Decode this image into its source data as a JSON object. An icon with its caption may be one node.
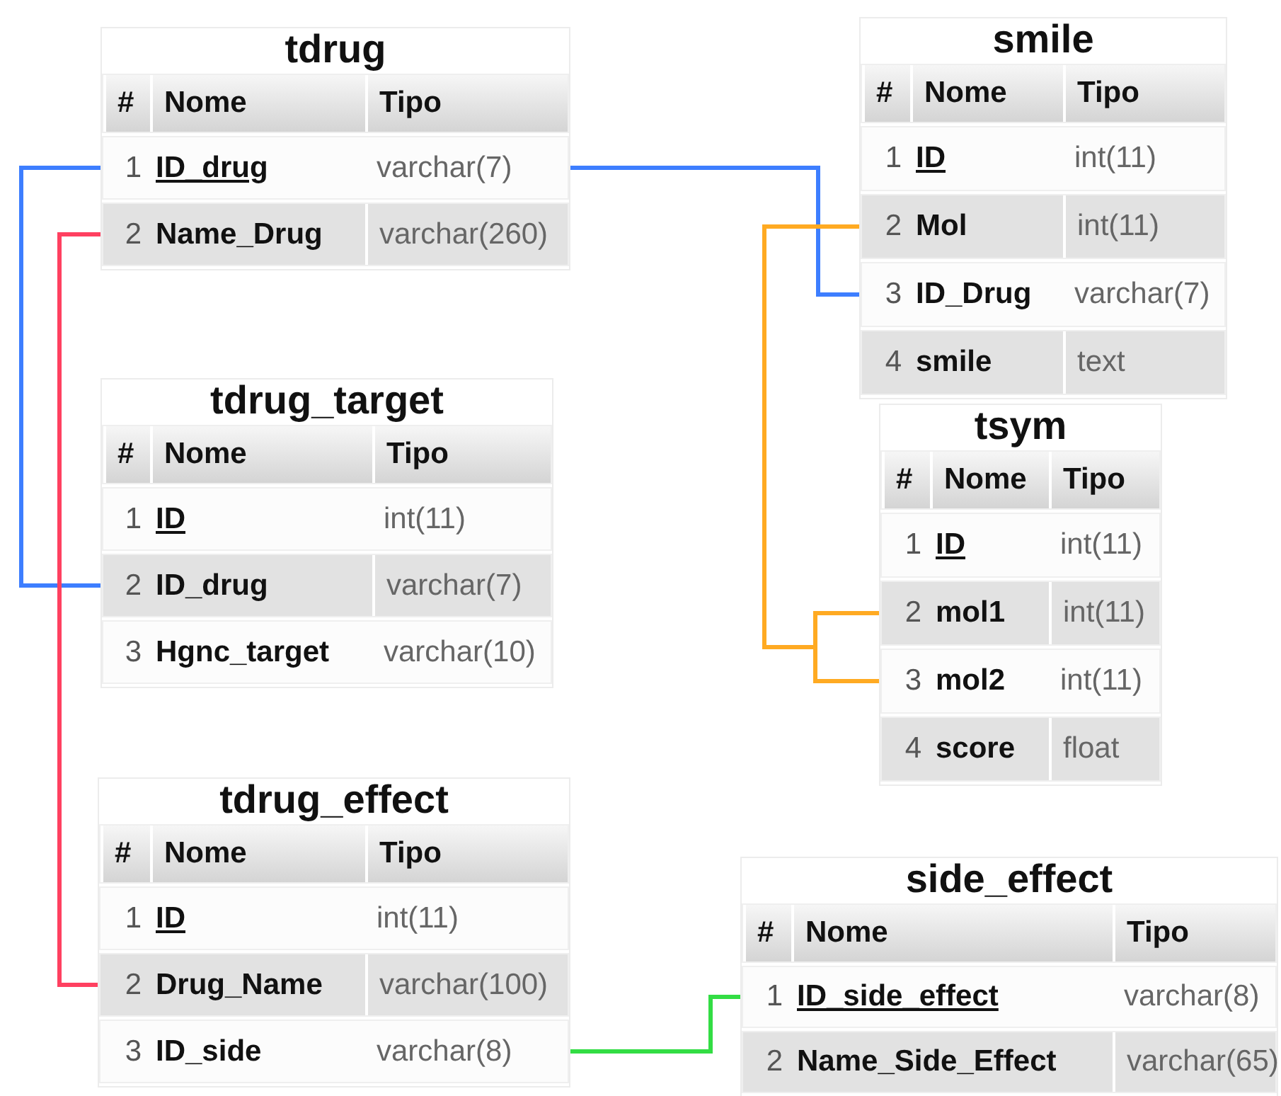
{
  "diagram": {
    "nodes": [
      {
        "text": [
          "tdrug"
        ]
      },
      {
        "text": [
          "#",
          "Nome",
          "Tipo"
        ],
        "in": 0
      },
      {
        "text": [
          "1",
          "ID_drug",
          "varchar(7)"
        ],
        "in": 0
      },
      {
        "text": [
          "2",
          "Name_Drug",
          "varchar(260)"
        ],
        "in": 0
      },
      {
        "text": [
          "tdrug_target"
        ]
      },
      {
        "text": [
          "#",
          "Nome",
          "Tipo"
        ],
        "in": 4
      },
      {
        "text": [
          "1",
          "ID",
          "int(11)"
        ],
        "in": 4
      },
      {
        "text": [
          "2",
          "ID_drug",
          "varchar(7)"
        ],
        "in": 4
      },
      {
        "text": [
          "3",
          "Hgnc_target",
          "varchar(10)"
        ],
        "in": 4
      },
      {
        "text": [
          "tdrug_effect"
        ]
      },
      {
        "text": [
          "#",
          "Nome",
          "Tipo"
        ],
        "in": 9
      },
      {
        "text": [
          "1",
          "ID",
          "int(11)"
        ],
        "in": 9
      },
      {
        "text": [
          "2",
          "Drug_Name",
          "varchar(100)"
        ],
        "in": 9
      },
      {
        "text": [
          "3",
          "ID_side",
          "varchar(8)"
        ],
        "in": 9
      },
      {
        "text": [
          "smile"
        ]
      },
      {
        "text": [
          "#",
          "Nome",
          "Tipo"
        ],
        "in": 14
      },
      {
        "text": [
          "1",
          "ID",
          "int(11)"
        ],
        "in": 14
      },
      {
        "text": [
          "2",
          "Mol",
          "int(11)"
        ],
        "in": 14
      },
      {
        "text": [
          "3",
          "ID_Drug",
          "varchar(7)"
        ],
        "in": 14
      },
      {
        "text": [
          "4",
          "smile",
          "text"
        ],
        "in": 14
      },
      {
        "text": [
          "tsym"
        ]
      },
      {
        "text": [
          "#",
          "Nome",
          "Tipo"
        ],
        "in": 20
      },
      {
        "text": [
          "1",
          "ID",
          "int(11)"
        ],
        "in": 20
      },
      {
        "text": [
          "2",
          "mol1",
          "int(11)"
        ],
        "in": 20
      },
      {
        "text": [
          "3",
          "mol2",
          "int(11)"
        ],
        "in": 20
      },
      {
        "text": [
          "4",
          "score",
          "float"
        ],
        "in": 20
      },
      {
        "text": [
          "side_effect"
        ]
      },
      {
        "text": [
          "#",
          "Nome",
          "Tipo"
        ],
        "in": 26
      },
      {
        "text": [
          "1",
          "ID_side_effect",
          "varchar(8)"
        ],
        "in": 26
      },
      {
        "text": [
          "2",
          "Name_Side_Effect",
          "varchar(65)"
        ],
        "in": 26
      }
    ],
    "edges": [
      {
        "from": 2,
        "to": 7,
        "arrow": "none",
        "color": "#3d7eff"
      },
      {
        "from": 2,
        "to": 18,
        "arrow": "none",
        "color": "#3d7eff"
      },
      {
        "from": 3,
        "to": 12,
        "arrow": "none",
        "color": "#ff4060"
      },
      {
        "from": 17,
        "to": 23,
        "arrow": "none",
        "color": "#ffaa22"
      },
      {
        "from": 17,
        "to": 24,
        "arrow": "none",
        "color": "#ffaa22"
      },
      {
        "from": 13,
        "to": 28,
        "arrow": "none",
        "color": "#33dd44"
      }
    ]
  }
}
